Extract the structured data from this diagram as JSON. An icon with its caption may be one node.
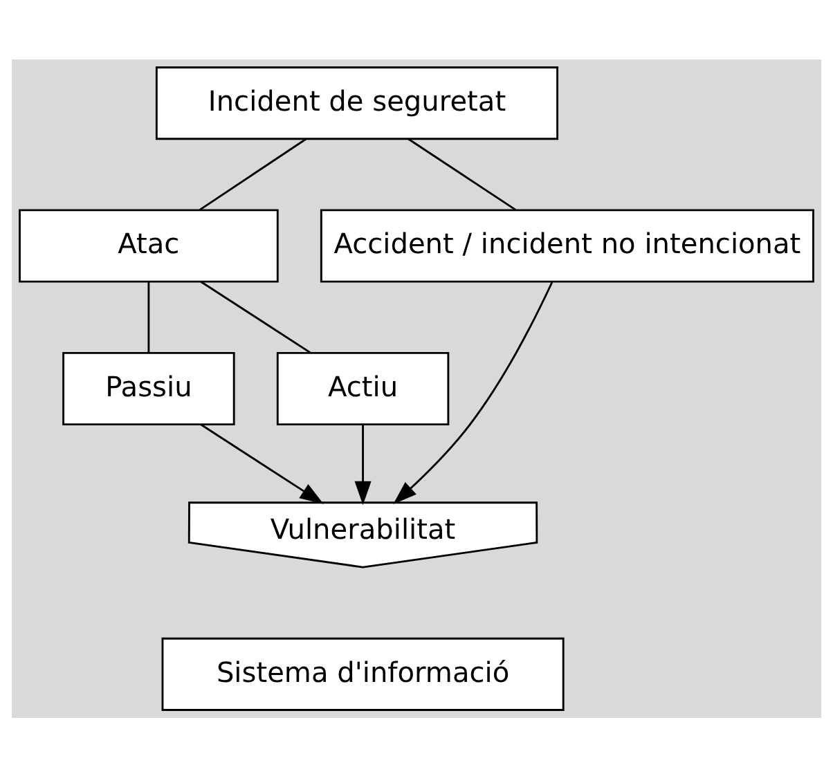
{
  "diagram": {
    "nodes": [
      {
        "text": [
          "Incident de seguretat"
        ]
      },
      {
        "text": [
          "Atac"
        ]
      },
      {
        "text": [
          "Accident / incident no intencionat"
        ]
      },
      {
        "text": [
          "Passiu"
        ]
      },
      {
        "text": [
          "Actiu"
        ]
      },
      {
        "text": [
          "Vulnerabilitat"
        ]
      },
      {
        "text": [
          "Sistema d'informació"
        ]
      }
    ],
    "edges": [
      {
        "from": 0,
        "to": 1,
        "arrow": "none"
      },
      {
        "from": 0,
        "to": 2,
        "arrow": "none"
      },
      {
        "from": 1,
        "to": 3,
        "arrow": "none"
      },
      {
        "from": 1,
        "to": 4,
        "arrow": "none"
      },
      {
        "from": 3,
        "to": 5,
        "arrow": "to"
      },
      {
        "from": 4,
        "to": 5,
        "arrow": "to"
      },
      {
        "from": 2,
        "to": 5,
        "arrow": "to"
      }
    ]
  }
}
